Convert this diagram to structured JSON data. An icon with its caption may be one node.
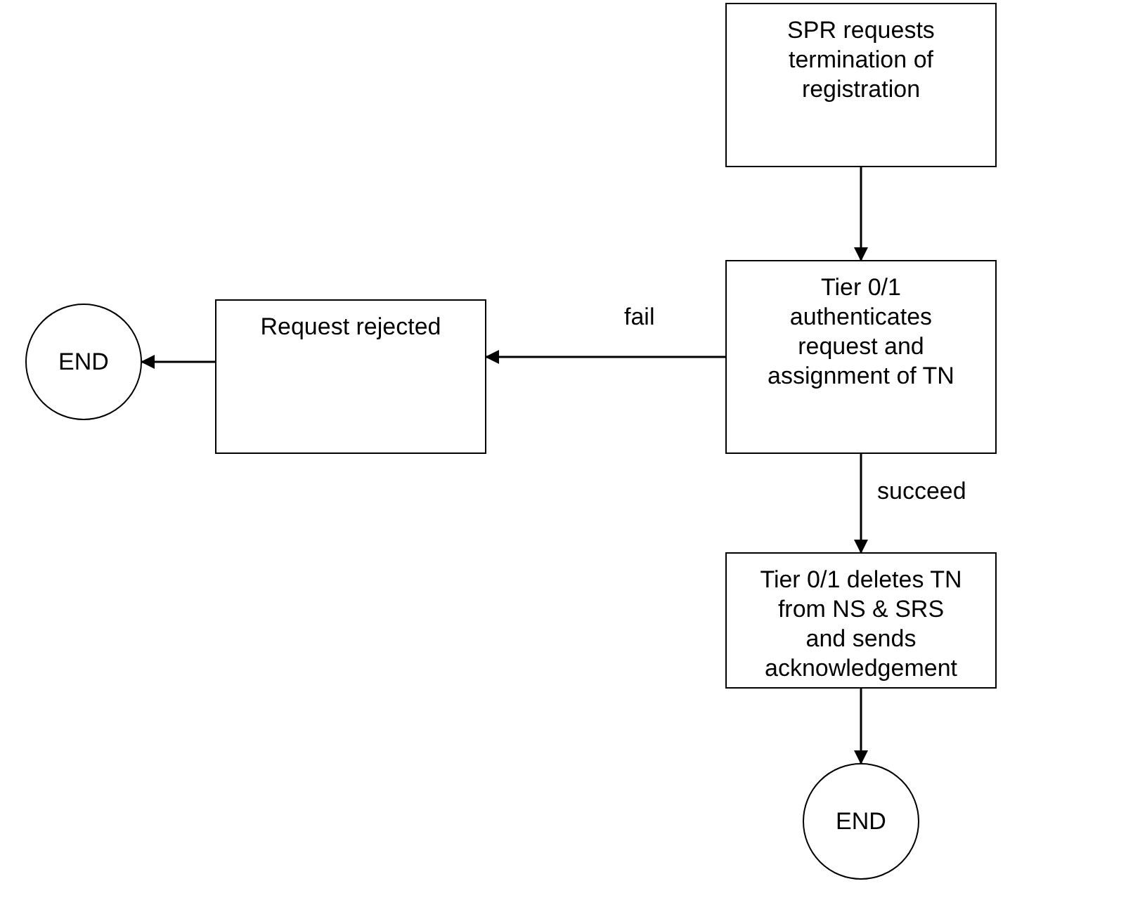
{
  "diagram": {
    "nodes": [
      {
        "text": [
          "SPR requests termination of registration"
        ]
      },
      {
        "text": [
          "Request rejected"
        ]
      },
      {
        "text": [
          "Tier 0/1 authenticates request and assignment of TN"
        ]
      },
      {
        "text": [
          "END"
        ]
      },
      {
        "text": [
          "Tier 0/1 deletes TN from NS & SRS and sends acknowledgement"
        ]
      },
      {
        "text": [
          "END"
        ]
      }
    ],
    "edges": [
      {
        "from": 0,
        "to": 2,
        "arrow": "to"
      },
      {
        "from": 2,
        "to": 1,
        "arrow": "to",
        "label": "fail"
      },
      {
        "from": 1,
        "to": 3,
        "arrow": "to"
      },
      {
        "from": 2,
        "to": 4,
        "arrow": "to",
        "label": "succeed"
      },
      {
        "from": 4,
        "to": 5,
        "arrow": "to"
      }
    ]
  }
}
